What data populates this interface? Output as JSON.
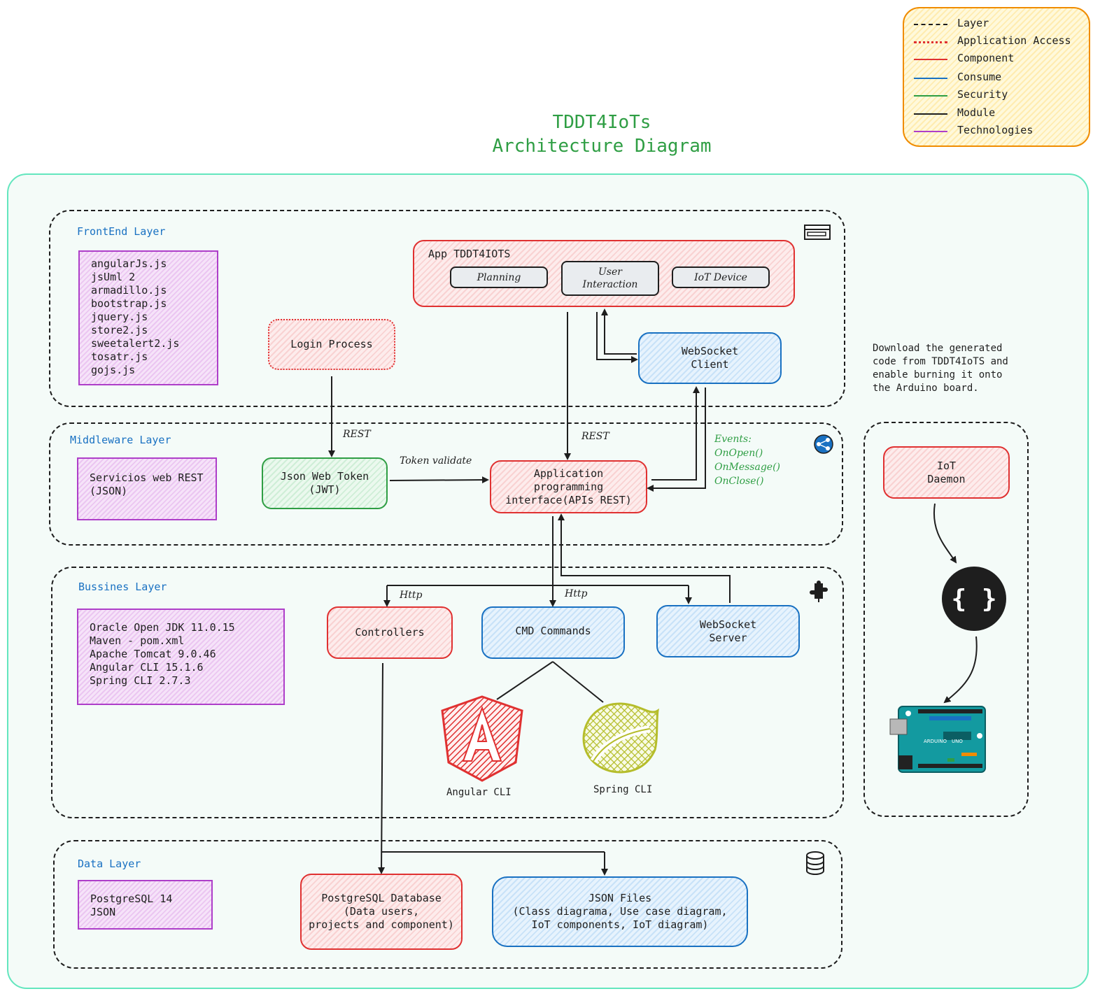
{
  "title": "TDDT4IoTs\nArchitecture Diagram",
  "legend": [
    {
      "label": "Layer",
      "color": "#1e1e1e",
      "style": "dashed"
    },
    {
      "label": "Application Access",
      "color": "#e03131",
      "style": "dotted"
    },
    {
      "label": "Component",
      "color": "#e03131",
      "style": "solid"
    },
    {
      "label": "Consume",
      "color": "#1971c2",
      "style": "solid"
    },
    {
      "label": "Security",
      "color": "#2f9e44",
      "style": "solid"
    },
    {
      "label": "Module",
      "color": "#1e1e1e",
      "style": "solid"
    },
    {
      "label": "Technologies",
      "color": "#ae3ec9",
      "style": "solid"
    }
  ],
  "layers": {
    "frontend": {
      "label": "FrontEnd Layer",
      "tech": "angularJs.js\njsUml 2\narmadillo.js\nbootstrap.js\njquery.js\nstore2.js\nsweetalert2.js\ntosatr.js\ngojs.js",
      "app_title": "App TDDT4IOTS",
      "modules": [
        "Planning",
        "User\nInteraction",
        "IoT Device"
      ],
      "login": "Login Process",
      "websocket_client": "WebSocket\nClient"
    },
    "middleware": {
      "label": "Middleware Layer",
      "tech": "Servicios web REST\n(JSON)",
      "jwt": "Json Web Token\n(JWT)",
      "api": "Application\nprogramming\ninterface(APIs REST)",
      "token_validate": "Token validate",
      "rest_left": "REST",
      "rest_right": "REST",
      "events": "Events:\nOnOpen()\nOnMessage()\nOnClose()"
    },
    "business": {
      "label": "Bussines Layer",
      "tech": "Oracle Open JDK 11.0.15\nMaven - pom.xml\nApache Tomcat 9.0.46\nAngular CLI 15.1.6\nSpring CLI 2.7.3",
      "controllers": "Controllers",
      "cmd": "CMD Commands",
      "websocket_server": "WebSocket\nServer",
      "http_left": "Http",
      "http_right": "Http",
      "angular_cli": "Angular CLI",
      "spring_cli": "Spring CLI"
    },
    "data": {
      "label": "Data Layer",
      "tech": "PostgreSQL 14\nJSON",
      "postgres": "PostgreSQL Database\n(Data users,\nprojects and component)",
      "json_files": "JSON Files\n(Class diagrama, Use case diagram,\nIoT components, IoT diagram)"
    }
  },
  "iot": {
    "note": "Download the generated\ncode from TDDT4IoTS and\nenable burning it onto\nthe Arduino board.",
    "daemon": "IoT\nDaemon",
    "arduino_text": "ARDUINO",
    "arduino_model": "UNO"
  }
}
